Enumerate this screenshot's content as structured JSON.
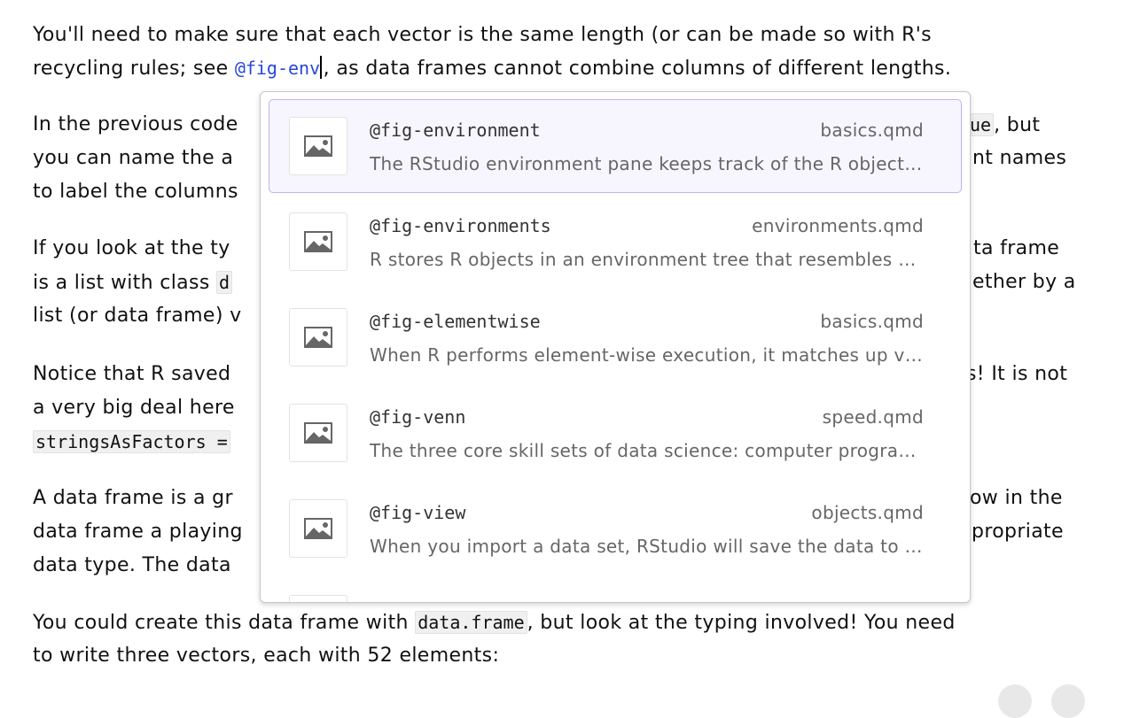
{
  "document": {
    "lines": [
      {
        "left": "You'll need to make sure that each vector is the same length (or can be made so with R's"
      },
      {
        "left": "recycling rules; see ",
        "link": "@fig-env",
        "after": ", as data frames cannot combine columns of different lengths."
      },
      {
        "left": "In the previous code",
        "right_code": "ue",
        "right": ", but"
      },
      {
        "left": "you can name the a",
        "right": "nt names"
      },
      {
        "left": "to label the columns"
      },
      {
        "left": "If you look at the ty",
        "right": "ta frame"
      },
      {
        "left": "is a list with class ",
        "left_code": "d",
        "right": "ether by a"
      },
      {
        "left": "list (or data frame) v"
      },
      {
        "left": "Notice that R saved",
        "right": "s! It is not"
      },
      {
        "left": "a very big deal here"
      },
      {
        "left_code": "stringsAsFactors ="
      },
      {
        "left": "A data frame is a gr",
        "right": "ow in the"
      },
      {
        "left": "data frame a playing",
        "right": "propriate"
      },
      {
        "left": "data type. The data"
      },
      {
        "left": "You could create this data frame with ",
        "left_code": "data.frame",
        "after": ", but look at the typing involved! You need"
      },
      {
        "left": "to write three vectors, each with 52 elements:"
      }
    ]
  },
  "autocomplete": {
    "selected_index": 0,
    "items": [
      {
        "icon": "image-icon",
        "label": "@fig-environment",
        "file": "basics.qmd",
        "description": "The RStudio environment pane keeps track of the R objects you create"
      },
      {
        "icon": "image-icon",
        "label": "@fig-environments",
        "file": "environments.qmd",
        "description": "R stores R objects in an environment tree that resembles your computer's folder tree"
      },
      {
        "icon": "image-icon",
        "label": "@fig-elementwise",
        "file": "basics.qmd",
        "description": "When R performs element-wise execution, it matches up vectors"
      },
      {
        "icon": "image-icon",
        "label": "@fig-venn",
        "file": "speed.qmd",
        "description": "The three core skill sets of data science: computer programming"
      },
      {
        "icon": "image-icon",
        "label": "@fig-view",
        "file": "objects.qmd",
        "description": "When you import a data set, RStudio will save the data to a data frame"
      }
    ]
  }
}
